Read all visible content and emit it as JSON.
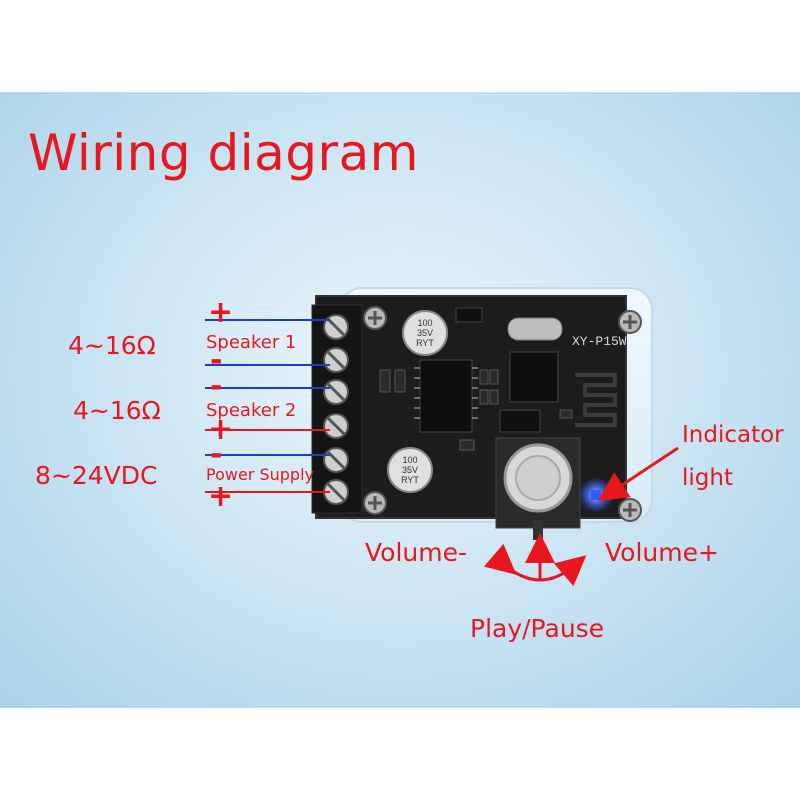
{
  "title": "Wiring diagram",
  "connections": {
    "speaker1": {
      "impedance": "4~16Ω",
      "label": "Speaker 1",
      "top_sign": "+",
      "bottom_sign": "-"
    },
    "speaker2": {
      "impedance": "4~16Ω",
      "label": "Speaker 2",
      "top_sign": "-",
      "bottom_sign": "+"
    },
    "power": {
      "voltage": "8~24VDC",
      "label": "Power Supply",
      "top_sign": "-",
      "bottom_sign": "+"
    }
  },
  "board": {
    "model": "XY-P15W",
    "capacitor_top": [
      "100",
      "35V",
      "RYT"
    ],
    "capacitor_bottom": [
      "100",
      "35V",
      "RYT"
    ]
  },
  "indicator": {
    "line1": "Indicator",
    "line2": "light"
  },
  "controls": {
    "volume_down": "Volume-",
    "volume_up": "Volume+",
    "play_pause": "Play/Pause"
  },
  "colors": {
    "label_red": "#e8161d",
    "wire_blue": "#1e3cc8",
    "wire_red": "#e8161d",
    "led_blue": "#2f5bff"
  }
}
